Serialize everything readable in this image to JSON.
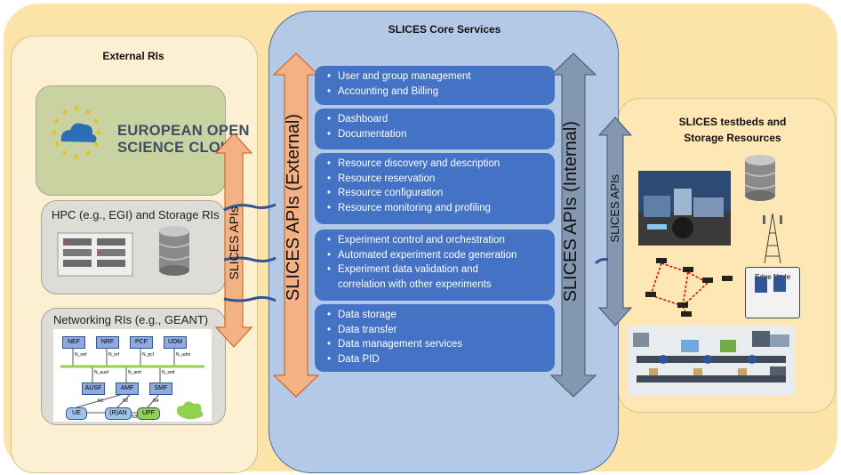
{
  "core": {
    "title": "SLICES Core Services",
    "api_external": "SLICES APIs (External)",
    "api_internal": "SLICES APIs (Internal)",
    "groups": [
      {
        "items": [
          "User and group management",
          "Accounting and Billing"
        ]
      },
      {
        "items": [
          "Dashboard",
          "Documentation"
        ]
      },
      {
        "items": [
          "Resource discovery and description",
          "Resource reservation",
          "Resource configuration",
          "Resource monitoring and profiling"
        ]
      },
      {
        "items": [
          "Experiment control and orchestration",
          "Automated experiment code generation",
          "Experiment data validation and",
          "correlation with other experiments"
        ]
      },
      {
        "items": [
          "Data storage",
          "Data transfer",
          "Data management services",
          "Data PID"
        ]
      }
    ]
  },
  "external": {
    "title": "External RIs",
    "api_label": "SLICES APIs",
    "eosc_line1": "EUROPEAN OPEN",
    "eosc_line2": "SCIENCE CLOUD",
    "hpc_label": "HPC (e.g., EGI) and Storage RIs",
    "networking_label": "Networking RIs (e.g., GEANT)",
    "network_nodes": [
      "NEF",
      "NRF",
      "PCF",
      "UDM",
      "AUSF",
      "AMF",
      "SMF",
      "UE",
      "(R)AN",
      "UPF"
    ],
    "network_links": [
      "N_nef",
      "N_nrf",
      "N_pcf",
      "N_udm",
      "N_ausf",
      "N_amf",
      "N_smf",
      "N1",
      "N2",
      "N3",
      "N4"
    ]
  },
  "testbeds": {
    "title_line1": "SLICES testbeds and",
    "title_line2": "Storage Resources",
    "api_label": "SLICES APIs",
    "edge_node": "Edge Node"
  },
  "colors": {
    "outer_bg": "#fce3a7",
    "core_bg": "#b4c9e6",
    "service_box": "#4472c4",
    "external_arrow": "#f4b183",
    "internal_arrow": "#8497b0",
    "connector": "#2f5597"
  }
}
